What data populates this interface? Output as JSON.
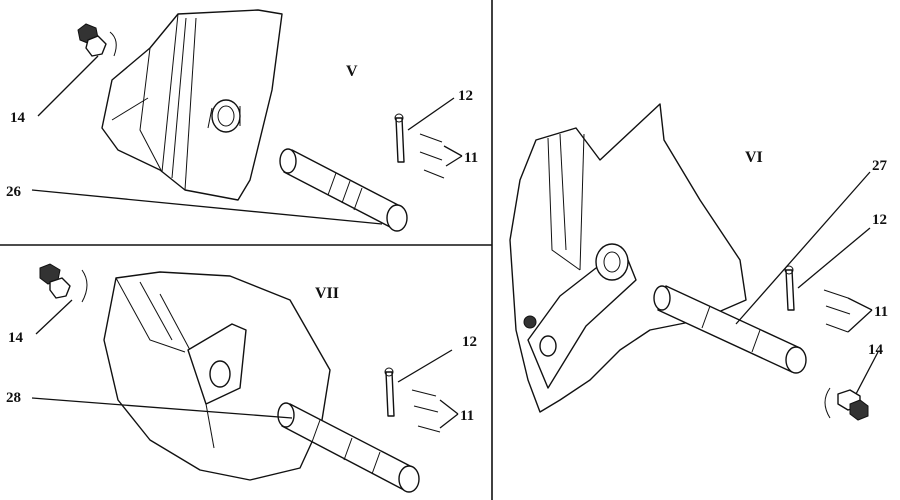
{
  "views": {
    "v": {
      "label": "V"
    },
    "vi": {
      "label": "VI"
    },
    "vii": {
      "label": "VII"
    }
  },
  "callouts": {
    "v_12": "12",
    "v_11": "11",
    "v_14": "14",
    "v_26": "26",
    "vi_27": "27",
    "vi_12": "12",
    "vi_11": "11",
    "vi_14": "14",
    "vii_14": "14",
    "vii_12": "12",
    "vii_11": "11",
    "vii_28": "28"
  }
}
